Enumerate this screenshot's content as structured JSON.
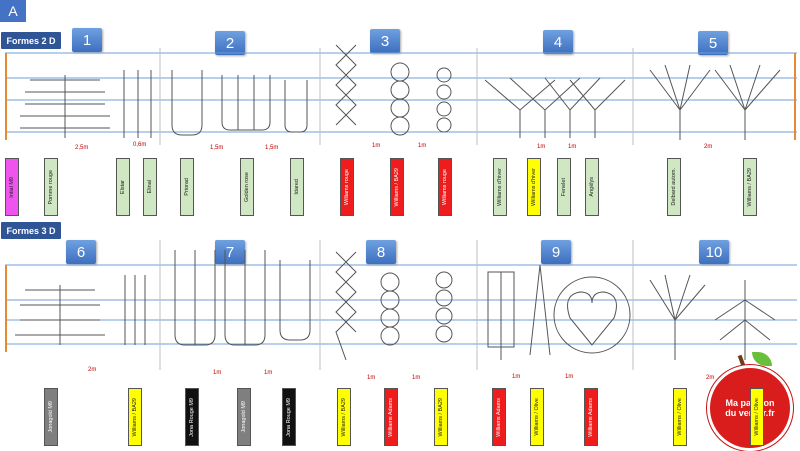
{
  "header_label": "A",
  "sections": [
    {
      "title": "Formes 2 D",
      "numbers": [
        "1",
        "2",
        "3",
        "4",
        "5"
      ],
      "dimensions": [
        "2,5m",
        "0,6m",
        "1,5m",
        "1,5m",
        "1m",
        "1m",
        "1m",
        "1m",
        "2m"
      ],
      "tags": [
        {
          "text": "Intial  M9",
          "color": "#ee55ee"
        },
        {
          "text": "Pomme rouge",
          "color": "#cfe7c2"
        },
        {
          "text": "Elstar",
          "color": "#cfe7c2"
        },
        {
          "text": "Elinal",
          "color": "#cfe7c2"
        },
        {
          "text": "Priorad",
          "color": "#cfe7c2"
        },
        {
          "text": "Golden rose",
          "color": "#cfe7c2"
        },
        {
          "text": "Idared",
          "color": "#cfe7c2"
        },
        {
          "text": "Williams rouge",
          "color": "#ee1c1c"
        },
        {
          "text": "Williams / BA29",
          "color": "#ee1c1c"
        },
        {
          "text": "Williams rouge",
          "color": "#ee1c1c"
        },
        {
          "text": "Williams d'hiver",
          "color": "#cfe7c2"
        },
        {
          "text": "Williams d'hiver",
          "color": "#ffff00"
        },
        {
          "text": "Fenelet",
          "color": "#cfe7c2"
        },
        {
          "text": "Angélys",
          "color": "#cfe7c2"
        },
        {
          "text": "Delbard autom.",
          "color": "#cfe7c2"
        },
        {
          "text": "Williams / BA29",
          "color": "#cfe7c2"
        }
      ]
    },
    {
      "title": "Formes 3 D",
      "numbers": [
        "6",
        "7",
        "8",
        "9",
        "10"
      ],
      "dimensions": [
        "2m",
        "1m",
        "1m",
        "1m",
        "1m",
        "1m",
        "1m",
        "2m"
      ],
      "tags": [
        {
          "text": "Jonagold  M9",
          "color": "#7f7f7f"
        },
        {
          "text": "Williams / BA29",
          "color": "#ffff00"
        },
        {
          "text": "Jona Rouge  M9",
          "color": "#111111"
        },
        {
          "text": "Jonagold  M9",
          "color": "#7f7f7f"
        },
        {
          "text": "Jona Rouge  M9",
          "color": "#111111"
        },
        {
          "text": "Williams / BA29",
          "color": "#ffff00"
        },
        {
          "text": "Williams Adams",
          "color": "#ee1c1c"
        },
        {
          "text": "Williams / BA29",
          "color": "#ffff00"
        },
        {
          "text": "Williams Adams",
          "color": "#ee1c1c"
        },
        {
          "text": "Williams / Olive",
          "color": "#ffff00"
        },
        {
          "text": "Williams Adams",
          "color": "#ee1c1c"
        },
        {
          "text": "Williams / Olive",
          "color": "#ffff00"
        },
        {
          "text": "Williams / Olive",
          "color": "#ffff00"
        }
      ]
    }
  ],
  "logo": {
    "line1": "Ma passion",
    "line2": "du verger.fr"
  }
}
